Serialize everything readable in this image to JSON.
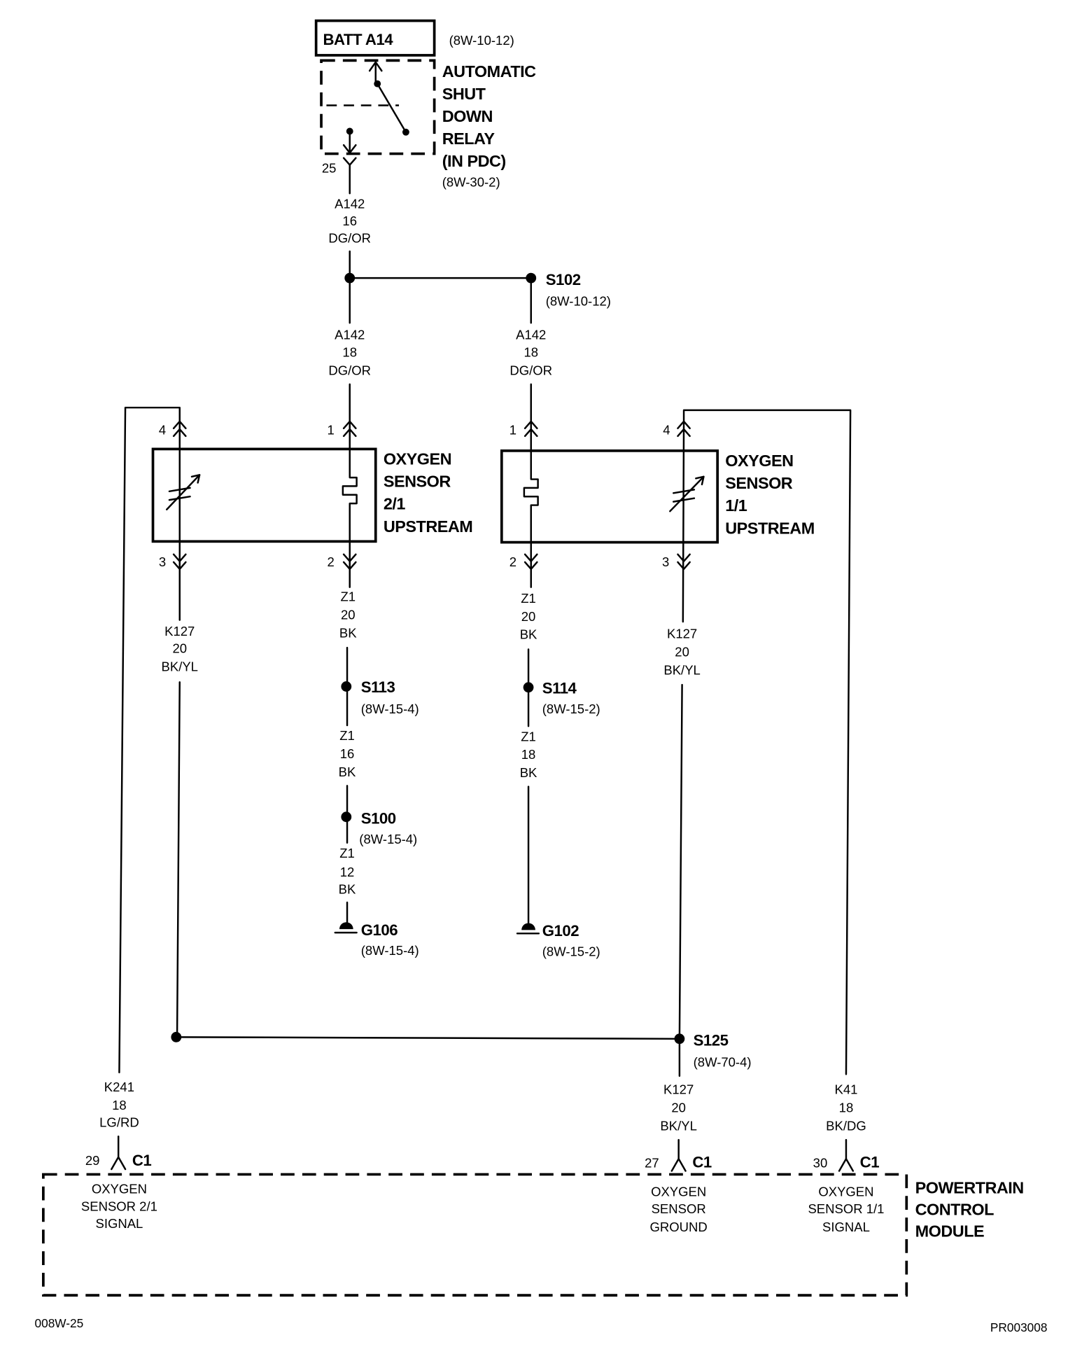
{
  "batt": {
    "label": "BATT A14",
    "ref": "(8W-10-12)"
  },
  "asd_relay": {
    "name": [
      "AUTOMATIC",
      "SHUT",
      "DOWN",
      "RELAY",
      "(IN PDC)"
    ],
    "ref": "(8W-30-2)",
    "pin": "25"
  },
  "circuits": {
    "a142_feed": [
      "A142",
      "16",
      "DG/OR"
    ],
    "a142_sensor_21": [
      "A142",
      "18",
      "DG/OR"
    ],
    "a142_sensor_11": [
      "A142",
      "18",
      "DG/OR"
    ],
    "z1_sensor_21": [
      "Z1",
      "20",
      "BK"
    ],
    "z1_s113_s100": [
      "Z1",
      "16",
      "BK"
    ],
    "z1_s100_g106": [
      "Z1",
      "12",
      "BK"
    ],
    "z1_sensor_11": [
      "Z1",
      "20",
      "BK"
    ],
    "z1_s114_g102": [
      "Z1",
      "18",
      "BK"
    ],
    "k127_sensor_21": [
      "K127",
      "20",
      "BK/YL"
    ],
    "k127_sensor_11": [
      "K127",
      "20",
      "BK/YL"
    ],
    "k127_pcm": [
      "K127",
      "20",
      "BK/YL"
    ],
    "k241": [
      "K241",
      "18",
      "LG/RD"
    ],
    "k41": [
      "K41",
      "18",
      "BK/DG"
    ]
  },
  "splices": {
    "s102": {
      "id": "S102",
      "ref": "(8W-10-12)"
    },
    "s113": {
      "id": "S113",
      "ref": "(8W-15-4)"
    },
    "s100": {
      "id": "S100",
      "ref": "(8W-15-4)"
    },
    "s114": {
      "id": "S114",
      "ref": "(8W-15-2)"
    },
    "s125": {
      "id": "S125",
      "ref": "(8W-70-4)"
    }
  },
  "grounds": {
    "g106": {
      "id": "G106",
      "ref": "(8W-15-4)"
    },
    "g102": {
      "id": "G102",
      "ref": "(8W-15-2)"
    }
  },
  "sensor_21": {
    "name": [
      "OXYGEN",
      "SENSOR",
      "2/1",
      "UPSTREAM"
    ],
    "pins": [
      "1",
      "2",
      "3",
      "4"
    ]
  },
  "sensor_11": {
    "name": [
      "OXYGEN",
      "SENSOR",
      "1/1",
      "UPSTREAM"
    ],
    "pins": [
      "1",
      "2",
      "3",
      "4"
    ]
  },
  "pcm": {
    "name": [
      "POWERTRAIN",
      "CONTROL",
      "MODULE"
    ],
    "connectors": [
      {
        "pin": "29",
        "connector": "C1",
        "function": [
          "OXYGEN",
          "SENSOR 2/1",
          "SIGNAL"
        ]
      },
      {
        "pin": "27",
        "connector": "C1",
        "function": [
          "OXYGEN",
          "SENSOR",
          "GROUND"
        ]
      },
      {
        "pin": "30",
        "connector": "C1",
        "function": [
          "OXYGEN",
          "SENSOR 1/1",
          "SIGNAL"
        ]
      }
    ]
  },
  "footer": {
    "left": "008W-25",
    "right": "PR003008"
  }
}
